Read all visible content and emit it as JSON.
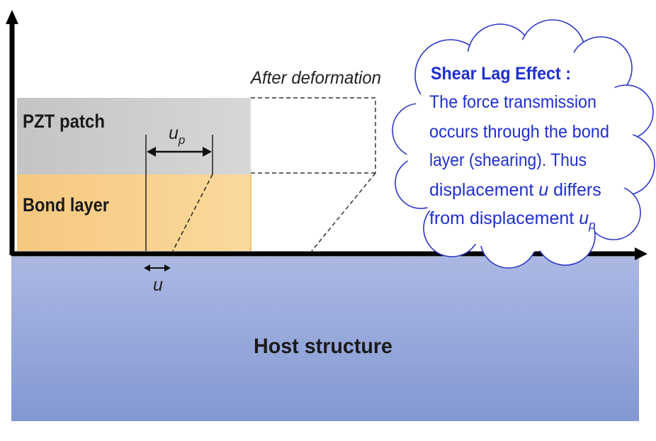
{
  "labels": {
    "pzt_patch": "PZT patch",
    "bond_layer": "Bond layer",
    "host_structure": "Host structure",
    "after_deformation": "After deformation",
    "u": "u",
    "up_base": "u",
    "up_sub": "p"
  },
  "callout": {
    "title": "Shear Lag Effect :",
    "line1": "The force transmission",
    "line2": "occurs through  the bond",
    "line3": "layer (shearing). Thus",
    "line4_pre": "displacement ",
    "line4_var": "u",
    "line4_post": " differs",
    "line5_pre": "from displacement ",
    "line5_var": "u",
    "line5_sub": "p"
  },
  "colors": {
    "pzt_fill": "#cfcfcf",
    "bond_fill": "#f9d18c",
    "host_top": "#a9b6e2",
    "host_bottom": "#8499d3",
    "callout_text": "#1f2fd0",
    "callout_stroke": "#2a36c8"
  }
}
